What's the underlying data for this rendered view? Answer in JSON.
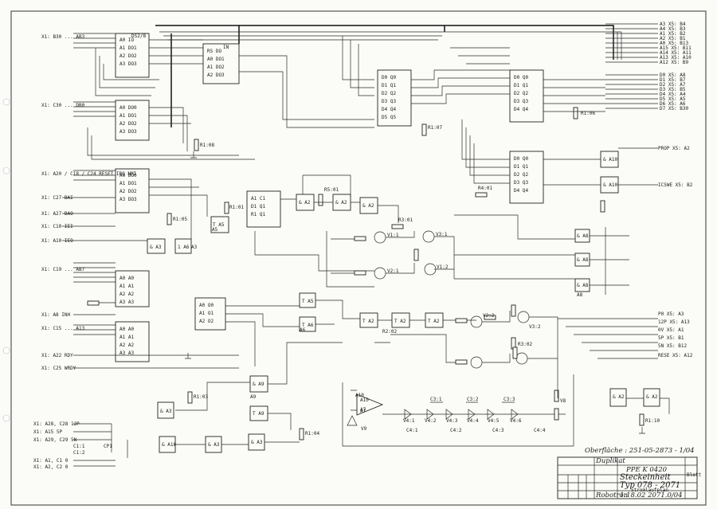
{
  "left_inputs": [
    {
      "label": "X1: B30 ... AB3"
    },
    {
      "label": "X1: C30 ... DB0"
    },
    {
      "label": "X1: A20 / C18 / C24  RESET IRQ NMI"
    },
    {
      "label": "X1: C27  BAI"
    },
    {
      "label": "X1: A27  BAO"
    },
    {
      "label": "X1: C10  IEI"
    },
    {
      "label": "X1: A10  IEO"
    },
    {
      "label": "X1: C19 ... AB7"
    },
    {
      "label": "X1: A8  INH"
    },
    {
      "label": "X1: C15 ... A13"
    },
    {
      "label": "X1: A22  RDY"
    },
    {
      "label": "X1: C25  WRDY"
    },
    {
      "label": "X1: A28, C28  12P"
    },
    {
      "label": "X1: A15  5P"
    },
    {
      "label": "X1: A29, C29  5N"
    },
    {
      "label": "X1: A1, C1  0"
    },
    {
      "label": "X1: A2, C2  0"
    }
  ],
  "right_outputs": [
    {
      "label": "A3  X5: B4"
    },
    {
      "label": "A4  X5: B3"
    },
    {
      "label": "A1  X5: B2"
    },
    {
      "label": "A2  X5: B1"
    },
    {
      "label": "A0  X5: B13"
    },
    {
      "label": "A15  X5: B11"
    },
    {
      "label": "A14  X5: A11"
    },
    {
      "label": "A13  X5: A10"
    },
    {
      "label": "A12  X5: B9"
    },
    {
      "label": "D0  X5: A8"
    },
    {
      "label": "D1  X5: B7"
    },
    {
      "label": "D2  X5: A7"
    },
    {
      "label": "D3  X5: B5"
    },
    {
      "label": "D4  X5: A4"
    },
    {
      "label": "D5  X5: A5"
    },
    {
      "label": "D6  X5: A6"
    },
    {
      "label": "D7  X5: B30"
    }
  ],
  "right_lower": [
    {
      "label": "PROP  X5: A2"
    },
    {
      "label": "ICSWE  X5: B2"
    },
    {
      "label": "P0  X5: A3"
    },
    {
      "label": "12P  X5: A13"
    },
    {
      "label": "0V  X5: A1"
    },
    {
      "label": "5P  X5: B1"
    },
    {
      "label": "5N  X5: B12"
    },
    {
      "label": "RESE  X5: A12"
    }
  ],
  "component_labels": [
    "R1:06",
    "R1:07",
    "R1:08",
    "R1:05",
    "R1:01",
    "R5:01",
    "R3:01",
    "R4:01",
    "R1:03",
    "R1:04",
    "R1:10",
    "R2:02",
    "R3:02",
    "V1:1",
    "V2:1",
    "V3:1",
    "V1:2",
    "V2:2",
    "V3:2",
    "V4:1",
    "V4:2",
    "V4:3",
    "V4:4",
    "V4:5",
    "V4:6",
    "C3:1",
    "C3:2",
    "C3:3",
    "C4:1",
    "C4:2",
    "C4:3",
    "C4:4",
    "V8",
    "V9",
    "C1:1",
    "C1:2",
    "CP1",
    "A10",
    "A3",
    "A5",
    "A6",
    "A7",
    "A8",
    "A9"
  ],
  "title_block": {
    "surface": "Oberfläche : 251-05-2873 - 1/04",
    "copy": "Duplikat",
    "doc": "PPE K 0420",
    "title": "Steckeinheit",
    "type": "Typ 078 - 2071",
    "subtitle": "Stromlaufplan",
    "number": "1.18.02 2071.0/04",
    "maker": "Robotron",
    "sheet": "Blatt"
  }
}
